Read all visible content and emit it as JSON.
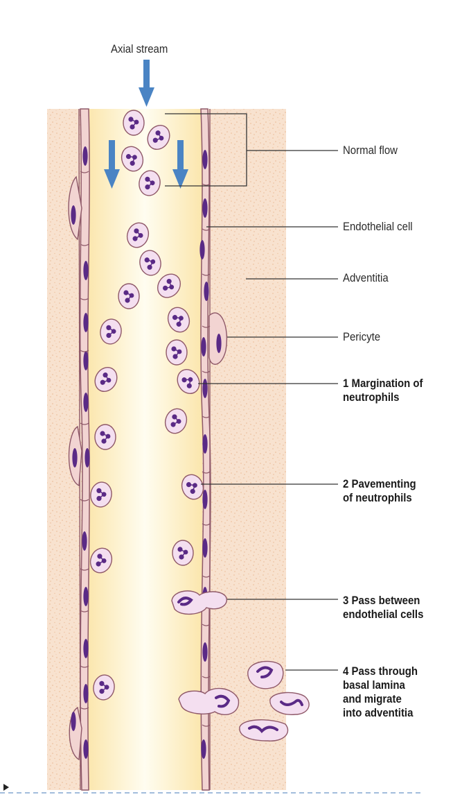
{
  "labels": {
    "axial_stream": "Axial stream",
    "normal_flow": "Normal flow",
    "endothelial_cell": "Endothelial cell",
    "adventitia": "Adventitia",
    "pericyte": "Pericyte",
    "step1": "1 Margination of\nneutrophils",
    "step2": "2 Pavementing\nof neutrophils",
    "step3": "3 Pass between\nendothelial cells",
    "step4": "4 Pass through\nbasal lamina\nand migrate\ninto adventitia"
  },
  "colors": {
    "tissue": "#f7dcc6",
    "lumen_center": "#fffbe8",
    "lumen_edge": "#fbe9b7",
    "vessel_wall": "#f2d4d2",
    "wall_outline": "#8e5868",
    "nucleus": "#5a2a86",
    "neutrophil": "#f4dff0",
    "arrow": "#4a84c4",
    "leader_line": "#333333",
    "dashed_border": "#6a93c8"
  }
}
